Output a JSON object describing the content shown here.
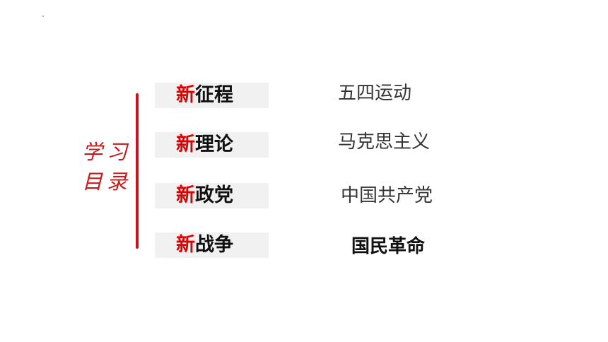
{
  "side_title": {
    "line1": "学习",
    "line2": "目录"
  },
  "menu": [
    {
      "accent": "新",
      "rest": "征程"
    },
    {
      "accent": "新",
      "rest": "理论"
    },
    {
      "accent": "新",
      "rest": "政党"
    },
    {
      "accent": "新",
      "rest": "战争"
    }
  ],
  "topics": [
    "五四运动",
    "马克思主义",
    "中国共产党",
    "国民革命"
  ],
  "colors": {
    "accent_red": "#e00000",
    "bracket_red": "#c8141e",
    "item_background": "#f1f1f1"
  }
}
